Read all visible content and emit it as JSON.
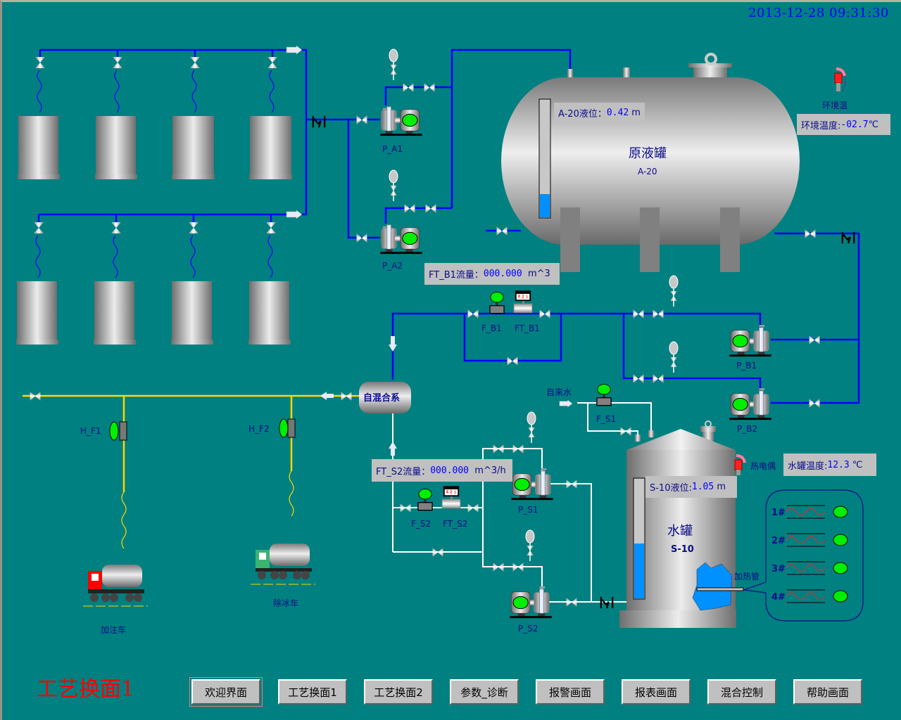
{
  "header": {
    "clock": "2013-12-28 09:31:30"
  },
  "screen_title": "工艺换面1",
  "colors": {
    "background": "#008080",
    "pipe_blue": "#0000ff",
    "pipe_white": "#ffffff",
    "pipe_yellow": "#ffd700",
    "running": "#00ee00",
    "level_fill": "#0090ff",
    "title_red": "#ff0000"
  },
  "source_tanks": {
    "count_top_row": 4,
    "count_bottom_row": 4
  },
  "pumps": [
    {
      "id": "P_A1",
      "status": "running"
    },
    {
      "id": "P_A2",
      "status": "running"
    },
    {
      "id": "P_B1",
      "status": "running"
    },
    {
      "id": "P_B2",
      "status": "running"
    },
    {
      "id": "P_S1",
      "status": "running"
    },
    {
      "id": "P_S2",
      "status": "running"
    }
  ],
  "raw_tank": {
    "name": "原液罐",
    "tag": "A-20",
    "level_label": "A-20液位：",
    "level_value": "0.42",
    "level_unit": "m",
    "level_fraction": 0.2
  },
  "ambient": {
    "sensor_label": "环境温",
    "temp_label": "环境温度:",
    "temp_value": "-02.7",
    "temp_unit": "℃"
  },
  "flow_b1": {
    "label": "FT_B1流量：",
    "value": "000.000",
    "unit": "m^3",
    "valve_tag": "F_B1",
    "meter_tag": "FT_B1"
  },
  "mixer": {
    "name": "自混合系"
  },
  "tap_water": {
    "label": "自来水",
    "valve_tag": "F_S1"
  },
  "flow_s2": {
    "label": "FT_S2流量：",
    "value": "000.000",
    "unit": "m^3/h",
    "valve_tag": "F_S2",
    "meter_tag": "FT_S2"
  },
  "water_tank": {
    "name": "水罐",
    "tag": "S-10",
    "level_label": "S-10液位:",
    "level_value": "1.05",
    "level_unit": "m",
    "level_fraction": 0.46,
    "thermo_label": "热电偶",
    "temp_label": "水罐温度:",
    "temp_value": "12.3",
    "temp_unit": "℃",
    "heater_label": "加热管"
  },
  "heaters": [
    {
      "label": "1#",
      "status": "on"
    },
    {
      "label": "2#",
      "status": "on"
    },
    {
      "label": "3#",
      "status": "on"
    },
    {
      "label": "4#",
      "status": "on"
    }
  ],
  "hoses": [
    {
      "id": "H_F1"
    },
    {
      "id": "H_F2"
    }
  ],
  "trucks": [
    {
      "label": "加注车",
      "cab_color": "#ff0000"
    },
    {
      "label": "除冰车",
      "cab_color": "#3cb371"
    }
  ],
  "nav": {
    "buttons": [
      {
        "label": "欢迎界面",
        "active": true
      },
      {
        "label": "工艺换面1",
        "active": false
      },
      {
        "label": "工艺换面2",
        "active": false
      },
      {
        "label": "参数_诊断",
        "active": false
      },
      {
        "label": "报警画面",
        "active": false
      },
      {
        "label": "报表画面",
        "active": false
      },
      {
        "label": "混合控制",
        "active": false
      },
      {
        "label": "帮助画面",
        "active": false
      }
    ]
  }
}
